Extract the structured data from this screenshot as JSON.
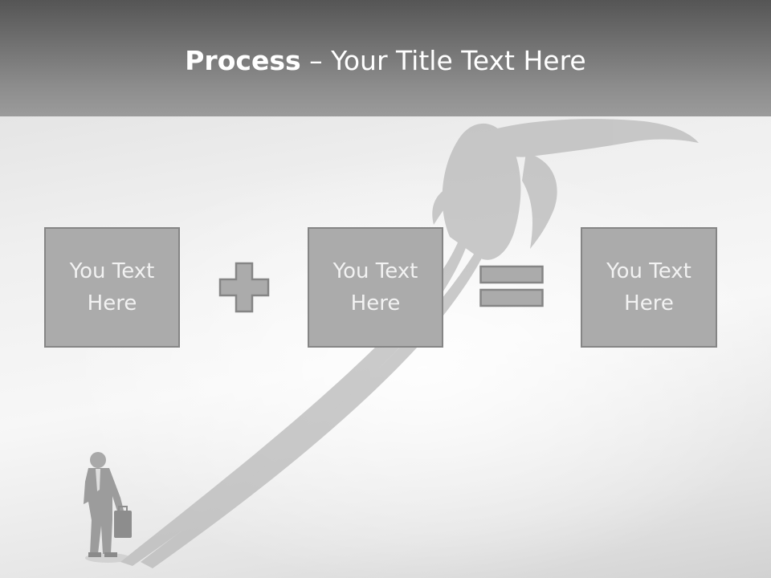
{
  "slide": {
    "title_bold": "Process",
    "title_rest": " – Your Title Text Here",
    "boxes": [
      {
        "label": "You Text Here"
      },
      {
        "label": "You Text Here"
      },
      {
        "label": "You Text Here"
      }
    ],
    "operators": [
      "plus-icon",
      "equals-icon"
    ],
    "colors": {
      "title_bar": "#6f6f6f",
      "box_fill": "#ababab",
      "box_border": "#858585",
      "text": "#ffffff"
    }
  }
}
